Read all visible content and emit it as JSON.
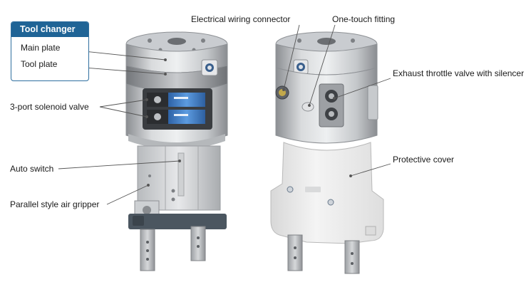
{
  "legend": {
    "title": "Tool changer",
    "items": [
      "Main plate",
      "Tool plate"
    ]
  },
  "labels": {
    "solenoid": "3-port solenoid valve",
    "auto_switch": "Auto switch",
    "gripper": "Parallel style air gripper",
    "wiring": "Electrical wiring connector",
    "fitting": "One-touch fitting",
    "exhaust": "Exhaust throttle valve with silencer",
    "cover": "Protective cover"
  },
  "colors": {
    "legend_header": "#1f6496",
    "legend_border": "#2f6f9f",
    "valve_blue": "#3a78c2",
    "grip_band": "#4b5660",
    "cover": "#efefef"
  }
}
